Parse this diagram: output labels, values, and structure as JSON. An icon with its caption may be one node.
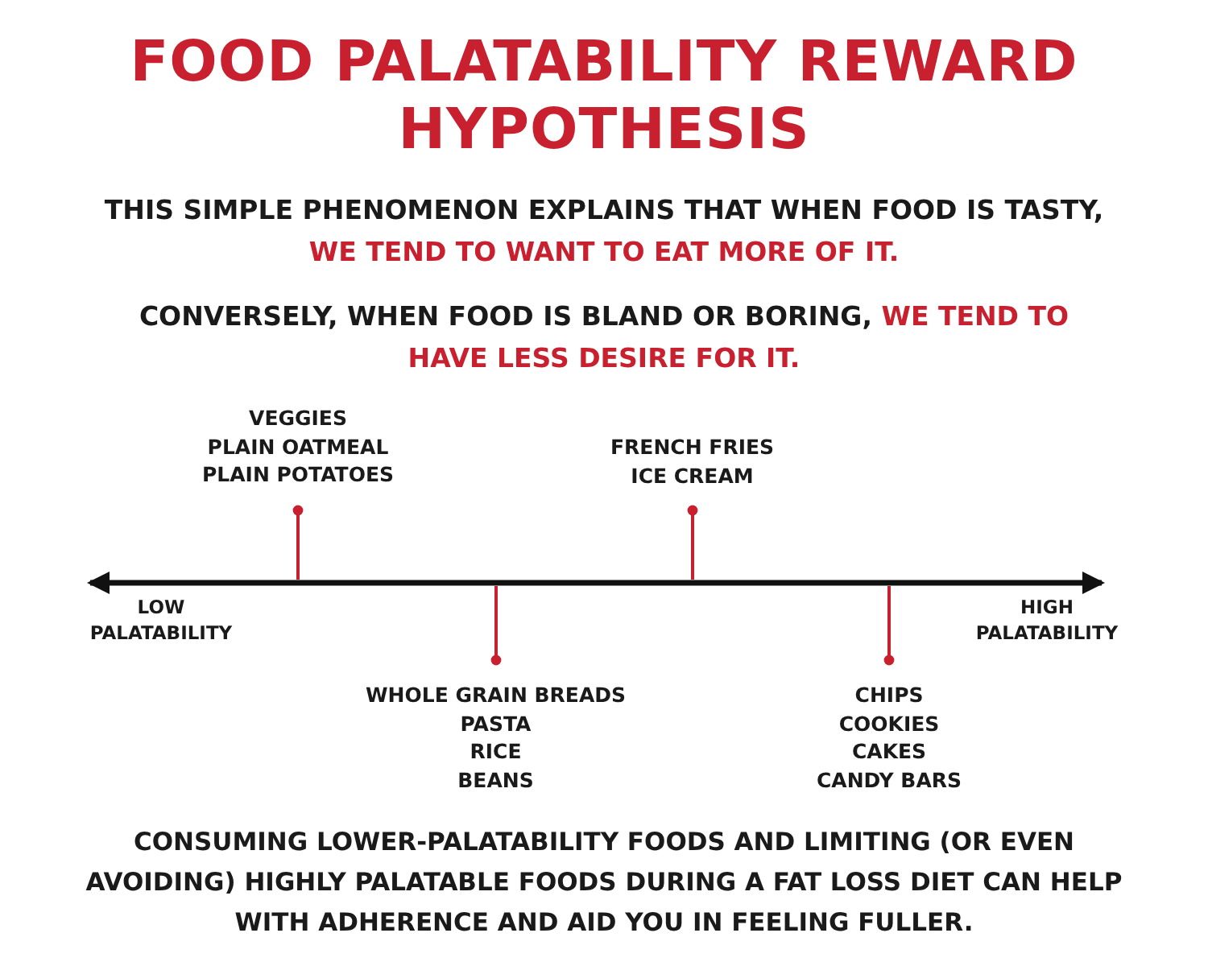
{
  "diagram": {
    "title": "FOOD PALATABILITY REWARD HYPOTHESIS",
    "caption": "CONSUMING LOWER-PALATABILITY FOODS AND LIMITING (OR EVEN AVOIDING) HIGHLY PALATABLE FOODS DURING A FAT LOSS DIET CAN HELP WITH ADHERENCE AND AID YOU IN FEELING FULLER.",
    "nodes": [
      {
        "text": [
          "VEGGIES",
          "PLAIN OATMEAL",
          "PLAIN POTATOES"
        ]
      },
      {
        "text": [
          "FRENCH FRIES",
          "ICE CREAM"
        ]
      },
      {
        "text": [
          "WHOLE GRAIN BREADS",
          "PASTA",
          "RICE",
          "BEANS"
        ]
      },
      {
        "text": [
          "CHIPS",
          "COOKIES",
          "CAKES",
          "CANDY BARS"
        ]
      }
    ],
    "edges": [
      {
        "from": 0,
        "to": null,
        "arrow": "other"
      },
      {
        "from": 1,
        "to": null,
        "arrow": "other"
      },
      {
        "from": 2,
        "to": null,
        "arrow": "other"
      },
      {
        "from": 3,
        "to": null,
        "arrow": "other"
      }
    ],
    "labels": [
      "THIS SIMPLE PHENOMENON EXPLAINS THAT WHEN FOOD IS TASTY,",
      "WE TEND TO WANT TO EAT MORE OF IT.",
      "CONVERSELY, WHEN FOOD IS BLAND OR BORING,",
      "WE TEND TO HAVE LESS DESIRE FOR IT.",
      "LOW PALATABILITY",
      "HIGH PALATABILITY"
    ]
  }
}
